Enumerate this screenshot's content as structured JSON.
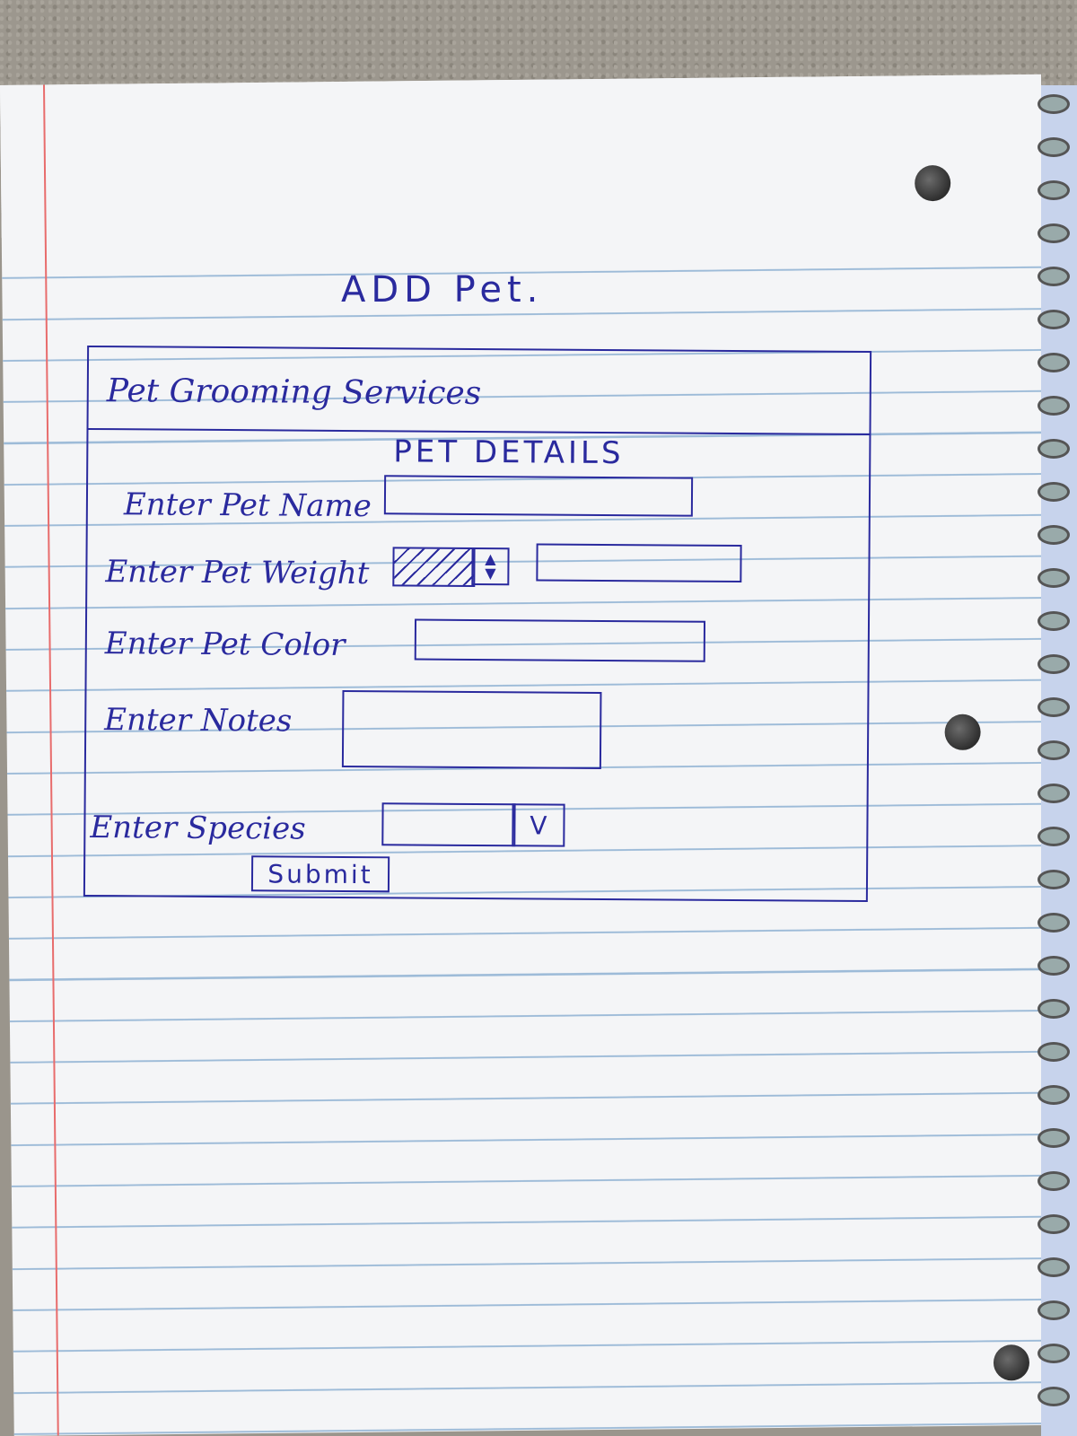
{
  "page": {
    "title": "ADD Pet."
  },
  "app": {
    "name": "Pet Grooming Services"
  },
  "form": {
    "section_title": "PET DETAILS",
    "fields": [
      {
        "label": "Enter Pet Name",
        "value": ""
      },
      {
        "label": "Enter Pet Weight",
        "value": ""
      },
      {
        "label": "Enter Pet Color",
        "value": ""
      },
      {
        "label": "Enter Notes",
        "value": ""
      },
      {
        "label": "Enter Species",
        "value": ""
      }
    ],
    "species_dropdown_arrow": "V",
    "submit_label": "Submit"
  },
  "colors": {
    "ink": "#2a2a9e",
    "paper": "#f4f5f7",
    "rule_line": "#9dbbd8",
    "margin_line": "#e86c6c"
  },
  "icons": {
    "stepper": "up-down-arrows-icon",
    "dropdown": "chevron-down-icon"
  }
}
